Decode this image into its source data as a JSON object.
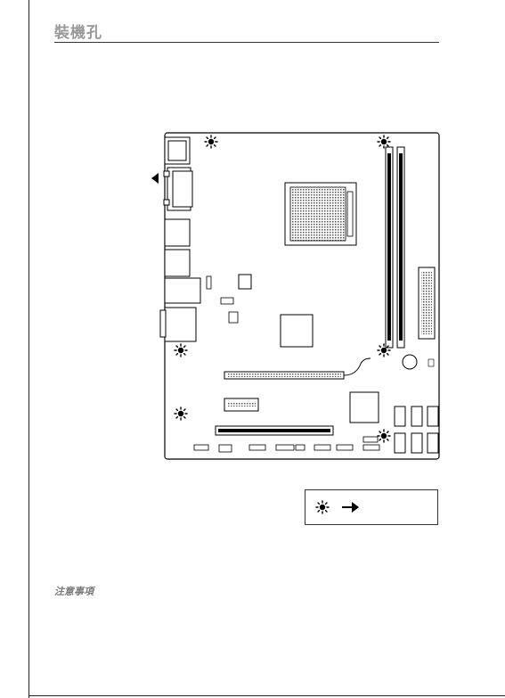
{
  "page": {
    "title": "裝機孔",
    "note_heading": "注意事項"
  },
  "diagram": {
    "icons": {
      "mounting_hole": "mounting-hole-icon",
      "arrow": "arrow-right-icon",
      "io_arrow": "arrow-left-icon"
    },
    "mounting_hole_count": 7
  },
  "legend": {
    "symbol": "mounting-hole-icon",
    "arrow": "arrow-right-icon"
  }
}
